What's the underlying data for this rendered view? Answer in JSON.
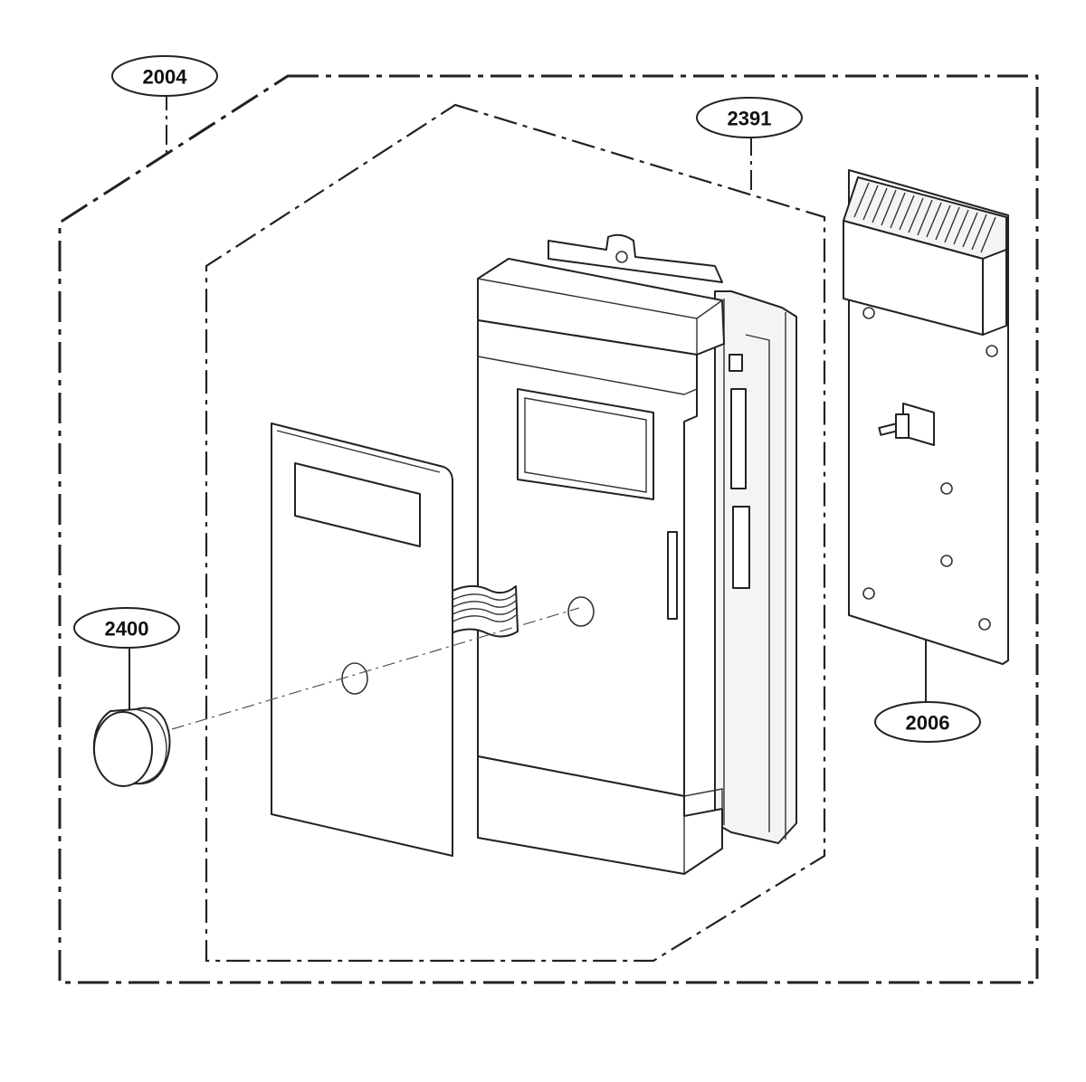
{
  "callouts": {
    "c2004": "2004",
    "c2391": "2391",
    "c2400": "2400",
    "c2006": "2006"
  }
}
